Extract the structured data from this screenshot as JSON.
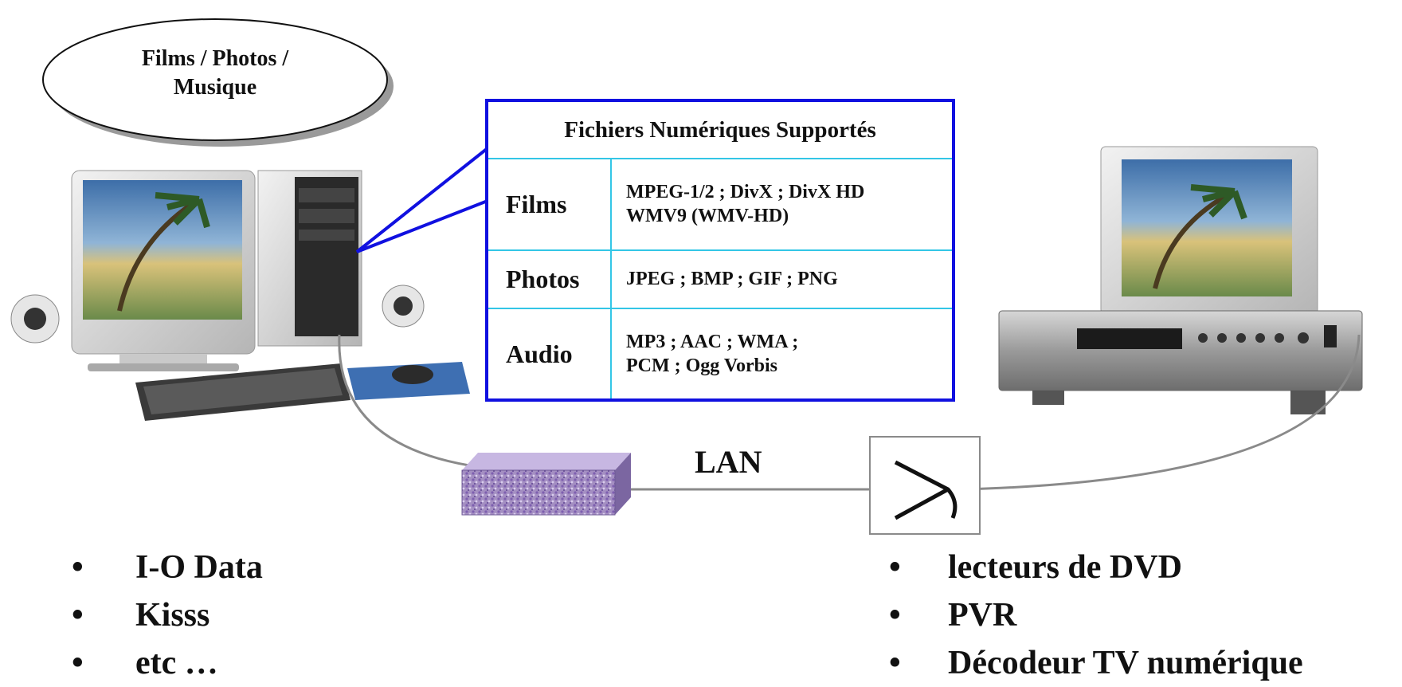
{
  "bubble": {
    "text": "Films / Photos /\nMusique",
    "line1": "Films / Photos /",
    "line2": "Musique"
  },
  "formats_table": {
    "title": "Fichiers Numériques Supportés",
    "rows": [
      {
        "category": "Films",
        "formats_line1": "MPEG-1/2 ; DivX ; DivX HD",
        "formats_line2": "WMV9 (WMV-HD)"
      },
      {
        "category": "Photos",
        "formats_line1": "JPEG ; BMP ; GIF ; PNG",
        "formats_line2": ""
      },
      {
        "category": "Audio",
        "formats_line1": "MP3 ; AAC ; WMA ;",
        "formats_line2": "PCM ; Ogg Vorbis"
      }
    ]
  },
  "network": {
    "label": "LAN"
  },
  "servers_list": [
    "I-O Data",
    "Kisss",
    "etc …"
  ],
  "clients_list": [
    "lecteurs de DVD",
    "PVR",
    "Décodeur TV numérique"
  ],
  "colors": {
    "table_border": "#1010e0",
    "table_grid": "#33c6e6",
    "switch_fill": "#a48fc2"
  }
}
